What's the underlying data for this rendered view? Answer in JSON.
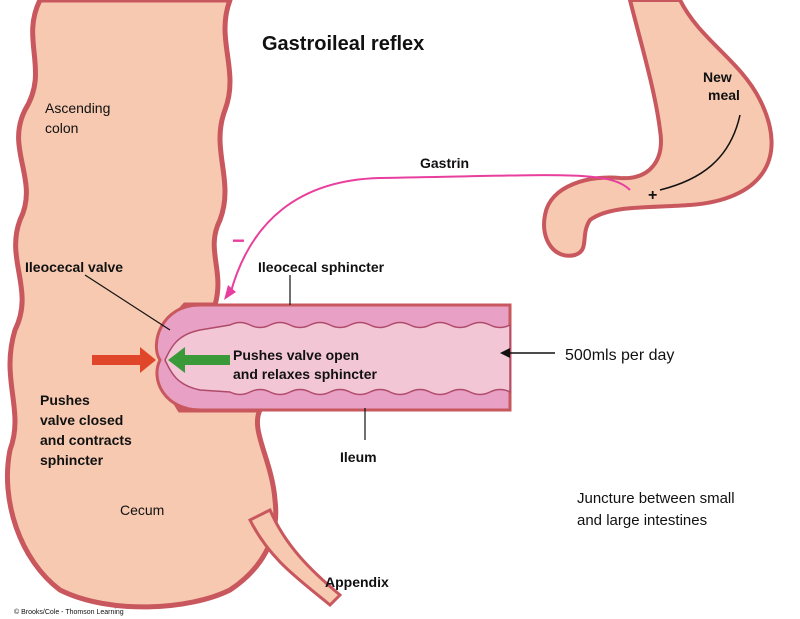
{
  "title": "Gastroileal reflex",
  "labels": {
    "ascending_colon": [
      "Ascending",
      "colon"
    ],
    "new_meal": [
      "New",
      "meal"
    ],
    "gastrin": "Gastrin",
    "minus": "−",
    "plus": "+",
    "ileocecal_valve": "Ileocecal valve",
    "ileocecal_sphincter": "Ileocecal sphincter",
    "pushes_open": [
      "Pushes valve open",
      "and relaxes sphincter"
    ],
    "pushes_closed": [
      "Pushes",
      "valve closed",
      "and contracts",
      "sphincter"
    ],
    "flow_rate": "500mls per day",
    "ileum": "Ileum",
    "cecum": "Cecum",
    "appendix": "Appendix",
    "juncture": [
      "Juncture between small",
      "and large intestines"
    ],
    "copyright": "© Brooks/Cole - Thomson Learning"
  },
  "colors": {
    "tissue": "#f6c9b0",
    "tissue_edge": "#c9575e",
    "ileum": "#e8a0c4",
    "ileum_inner": "#f3c6d6",
    "gastrin": "#e83f9e",
    "red_arrow": "#e0462a",
    "green_arrow": "#3a9a3a"
  }
}
